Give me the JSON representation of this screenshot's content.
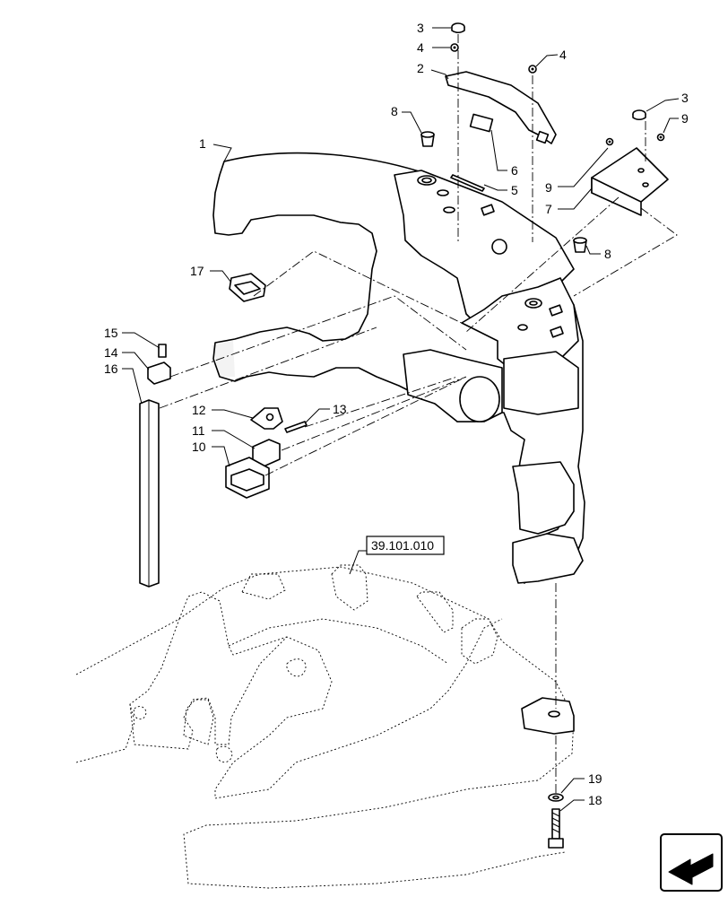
{
  "reference": {
    "label": "39.101.010"
  },
  "callouts": [
    {
      "id": "c1",
      "label": "1"
    },
    {
      "id": "c2",
      "label": "2"
    },
    {
      "id": "c3a",
      "label": "3"
    },
    {
      "id": "c3b",
      "label": "3"
    },
    {
      "id": "c4a",
      "label": "4"
    },
    {
      "id": "c4b",
      "label": "4"
    },
    {
      "id": "c5",
      "label": "5"
    },
    {
      "id": "c6",
      "label": "6"
    },
    {
      "id": "c7",
      "label": "7"
    },
    {
      "id": "c8a",
      "label": "8"
    },
    {
      "id": "c8b",
      "label": "8"
    },
    {
      "id": "c9a",
      "label": "9"
    },
    {
      "id": "c9b",
      "label": "9"
    },
    {
      "id": "c10",
      "label": "10"
    },
    {
      "id": "c11",
      "label": "11"
    },
    {
      "id": "c12",
      "label": "12"
    },
    {
      "id": "c13",
      "label": "13"
    },
    {
      "id": "c14",
      "label": "14"
    },
    {
      "id": "c15",
      "label": "15"
    },
    {
      "id": "c16",
      "label": "16"
    },
    {
      "id": "c17",
      "label": "17"
    },
    {
      "id": "c18",
      "label": "18"
    },
    {
      "id": "c19",
      "label": "19"
    }
  ],
  "nav_icon": "return-arrow-icon"
}
